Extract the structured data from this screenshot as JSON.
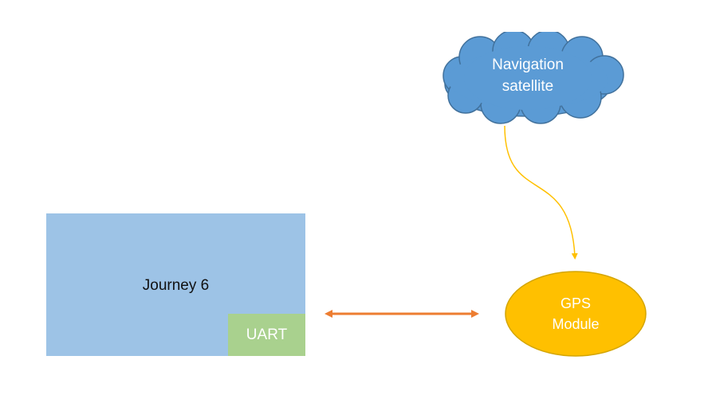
{
  "journey": {
    "label": "Journey 6",
    "uart_label": "UART",
    "fill": "#9dc3e6",
    "uart_fill": "#a9d18e"
  },
  "gps": {
    "line1": "GPS",
    "line2": "Module",
    "fill": "#ffc000",
    "stroke": "#d4a500"
  },
  "satellite": {
    "line1": "Navigation",
    "line2": "satellite",
    "fill": "#5b9bd5",
    "stroke": "#41719c"
  },
  "connectors": {
    "uart_link_color": "#ed7d31",
    "signal_color": "#ffc000"
  }
}
